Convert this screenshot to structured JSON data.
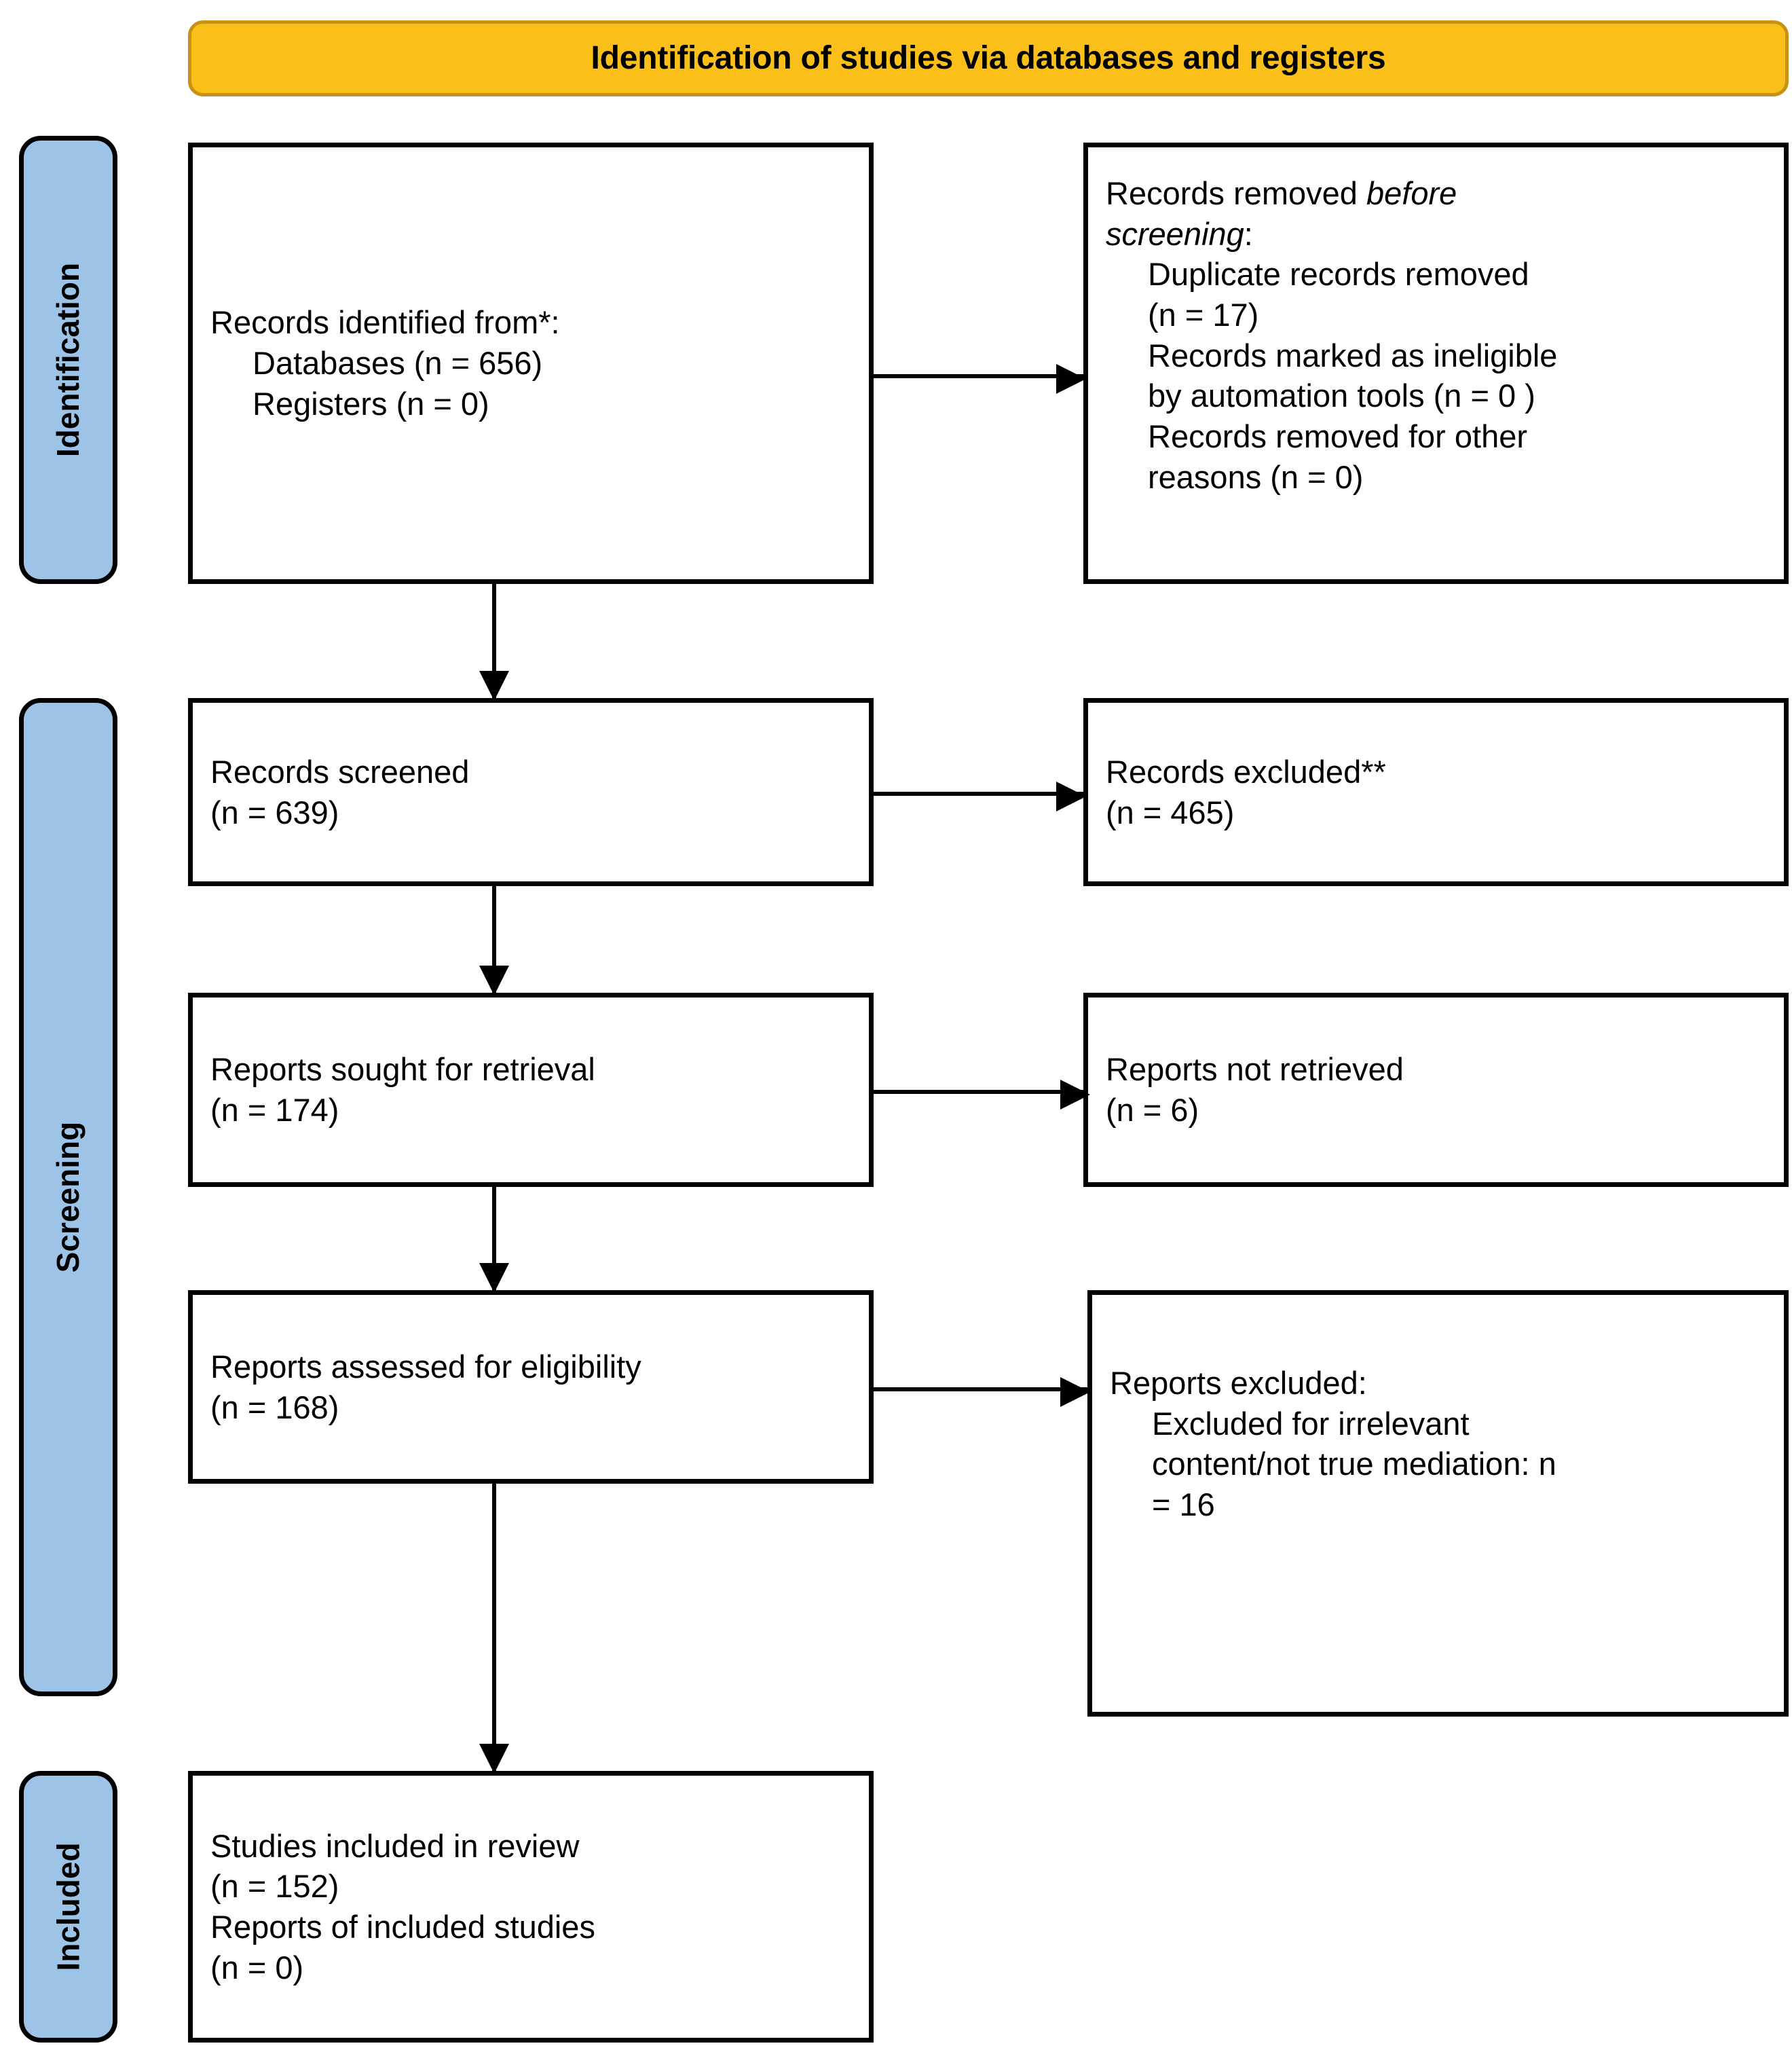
{
  "header": {
    "title": "Identification of studies via databases and registers",
    "bg_color": "#FBBF1A",
    "text_color": "#000000"
  },
  "stages": {
    "identification": "Identification",
    "screening": "Screening",
    "included": "Included",
    "bg_color": "#9DC3E6",
    "border_color": "#000000"
  },
  "boxes": {
    "identified": {
      "line1": "Records identified from*:",
      "line2": "Databases (n = 656)",
      "line3": "Registers (n = 0)"
    },
    "removed": {
      "line1_prefix": "Records removed ",
      "line1_italic": "before",
      "line2_italic": "screening",
      "line2_suffix": ":",
      "line3": "Duplicate records removed",
      "line4": "(n = 17)",
      "line5": "Records marked as ineligible",
      "line6": "by automation tools (n = 0 )",
      "line7": "Records removed for other",
      "line8": "reasons (n = 0)"
    },
    "screened": {
      "line1": "Records screened",
      "line2": "(n = 639)"
    },
    "excluded_records": {
      "line1": "Records excluded**",
      "line2": "(n = 465)"
    },
    "sought": {
      "line1": "Reports sought for retrieval",
      "line2": "(n = 174)"
    },
    "not_retrieved": {
      "line1": "Reports not retrieved",
      "line2": "(n = 6)"
    },
    "assessed": {
      "line1": "Reports assessed for eligibility",
      "line2": "(n = 168)"
    },
    "reports_excluded": {
      "line1": "Reports excluded:",
      "line2": "Excluded for irrelevant",
      "line3": "content/not true mediation: n",
      "line4": "= 16"
    },
    "included": {
      "line1": "Studies included in review",
      "line2": "(n = 152)",
      "line3": "Reports of included studies",
      "line4": "(n = 0)"
    }
  }
}
